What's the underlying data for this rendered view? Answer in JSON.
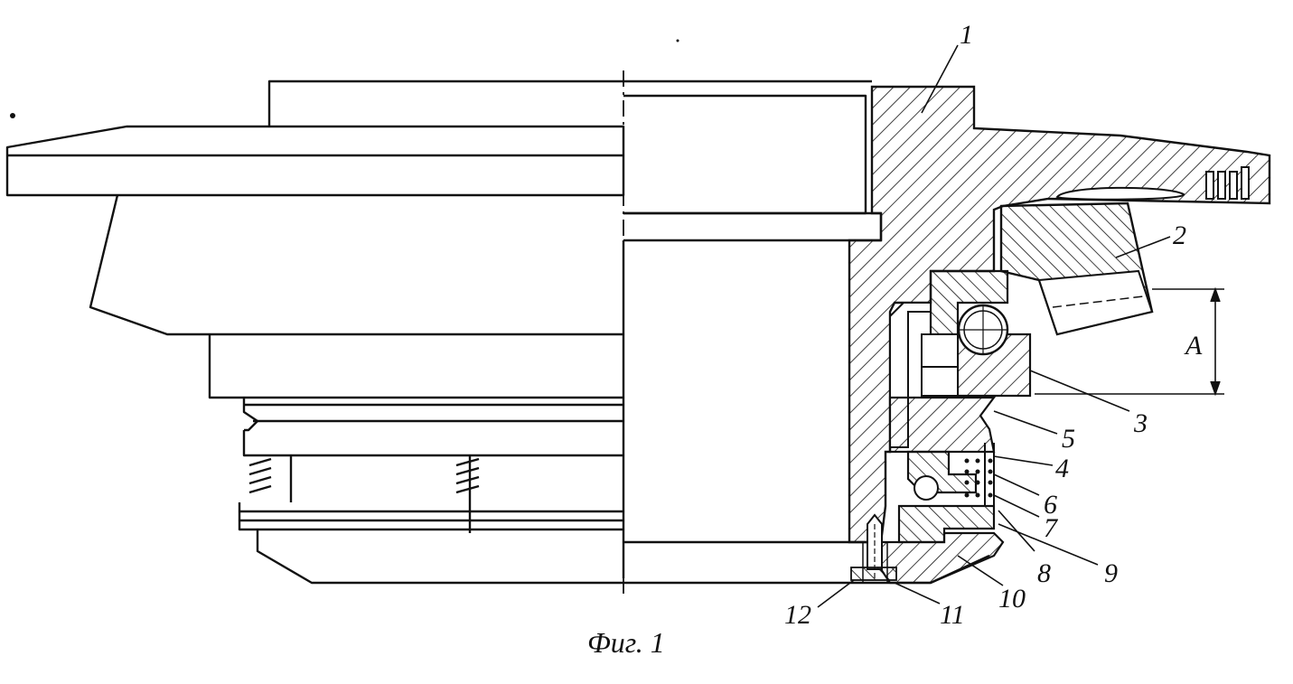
{
  "figure": {
    "caption": "Фиг. 1",
    "dimension_label": "A",
    "part_labels": [
      "1",
      "2",
      "3",
      "4",
      "5",
      "6",
      "7",
      "8",
      "9",
      "10",
      "11",
      "12"
    ]
  },
  "colors": {
    "ink": "#111111",
    "paper": "#ffffff"
  }
}
